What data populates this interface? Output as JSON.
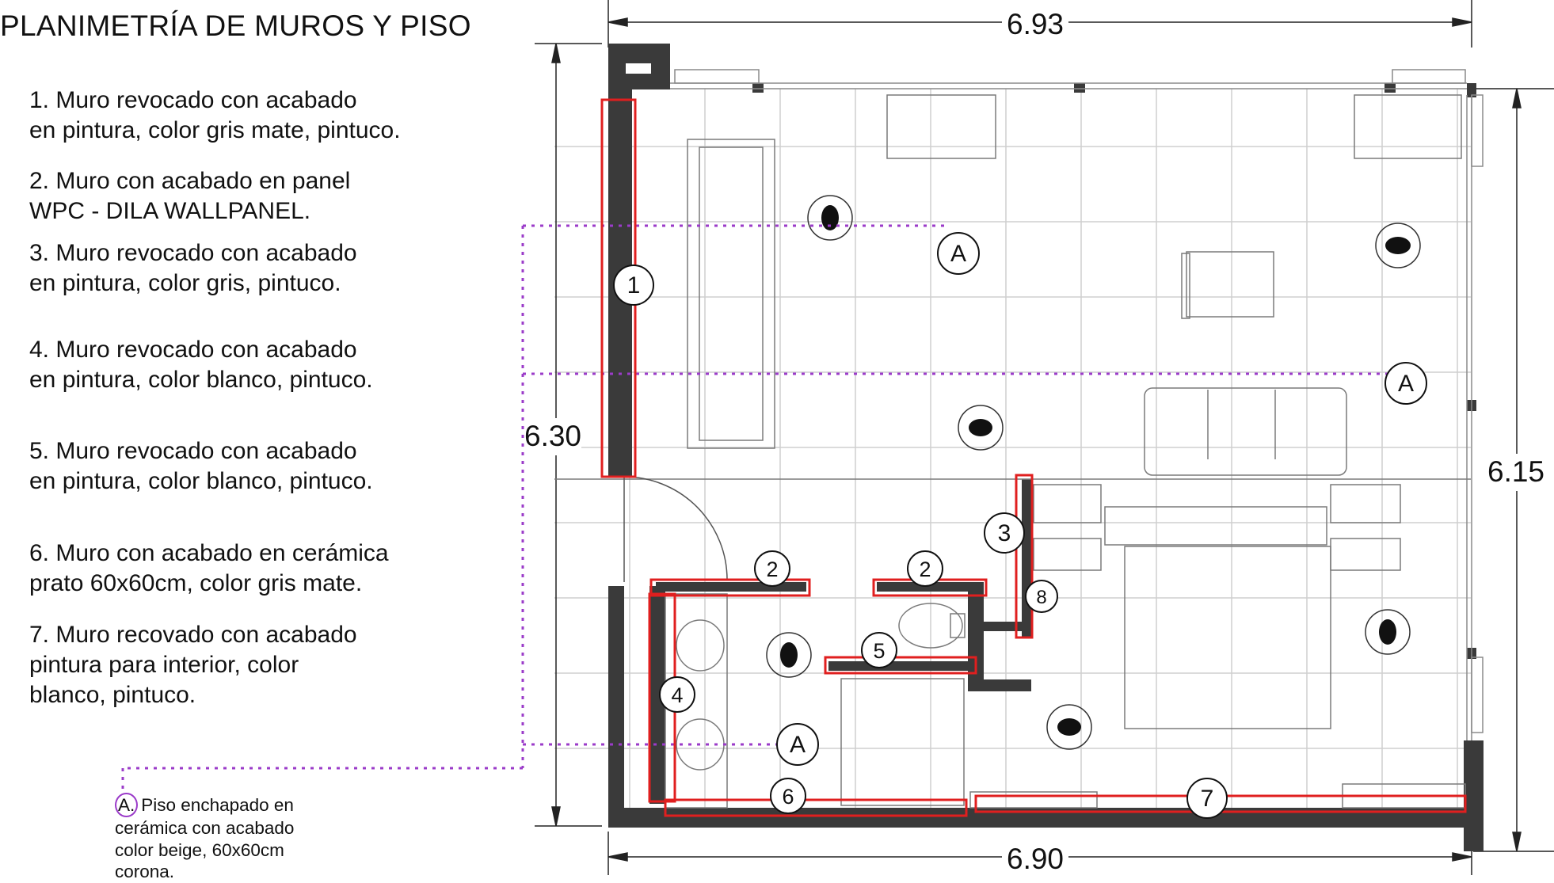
{
  "title": "PLANIMETRÍA DE MUROS Y PISO",
  "notes": [
    {
      "num": "1",
      "lines": [
        "1. Muro revocado con acabado",
        "en pintura, color gris mate, pintuco."
      ]
    },
    {
      "num": "2",
      "lines": [
        "2. Muro con acabado en panel",
        "WPC - DILA WALLPANEL."
      ]
    },
    {
      "num": "3",
      "lines": [
        "3. Muro revocado con acabado",
        "en pintura, color gris, pintuco."
      ]
    },
    {
      "num": "4",
      "lines": [
        "4. Muro revocado con acabado",
        "en pintura, color blanco, pintuco."
      ]
    },
    {
      "num": "5",
      "lines": [
        "5. Muro revocado con acabado",
        "en pintura, color blanco, pintuco."
      ]
    },
    {
      "num": "6",
      "lines": [
        "6. Muro con acabado en cerámica",
        "prato 60x60cm, color gris mate."
      ]
    },
    {
      "num": "7",
      "lines": [
        "7. Muro recovado con acabado",
        "pintura para interior, color",
        "blanco, pintuco."
      ]
    }
  ],
  "floor_note": {
    "tag": "A.",
    "lines": [
      "Piso enchapado en",
      "cerámica con acabado",
      "color beige, 60x60cm",
      "corona."
    ]
  },
  "dimensions": {
    "top": "6.93",
    "bottom": "6.90",
    "left": "6.30",
    "right": "6.15"
  },
  "wall_tags": [
    "1",
    "2",
    "2",
    "3",
    "4",
    "5",
    "6",
    "7",
    "8"
  ],
  "floor_tags": [
    "A",
    "A",
    "A"
  ],
  "colors": {
    "wall": "#3a3a3a",
    "highlight": "#e01f1f",
    "section_line": "#9b3bc9",
    "grid": "#c9c9c9",
    "furniture": "#7a7a7a"
  }
}
